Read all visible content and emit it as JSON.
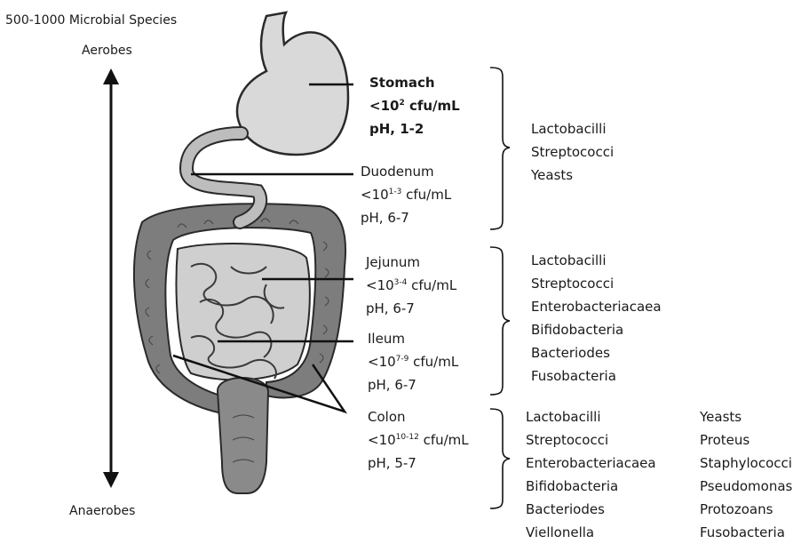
{
  "header": "500-1000 Microbial Species",
  "gradient": {
    "top": "Aerobes",
    "bottom": "Anaerobes"
  },
  "organs": [
    {
      "name": "Stomach",
      "count_prefix": "<10",
      "exp": "2",
      "count_unit": " cfu/mL",
      "ph": "pH, 1-2"
    },
    {
      "name": "Duodenum",
      "count_prefix": "<10",
      "exp": "1-3",
      "count_unit": " cfu/mL",
      "ph": "pH, 6-7"
    },
    {
      "name": "Jejunum",
      "count_prefix": "<10",
      "exp": "3-4",
      "count_unit": " cfu/mL",
      "ph": "pH, 6-7"
    },
    {
      "name": "Ileum",
      "count_prefix": "<10",
      "exp": "7-9",
      "count_unit": " cfu/mL",
      "ph": "pH, 6-7"
    },
    {
      "name": "Colon",
      "count_prefix": "<10",
      "exp": "10-12",
      "count_unit": " cfu/mL",
      "ph": "pH, 5-7"
    }
  ],
  "microbes": {
    "upper": [
      "Lactobacilli",
      "Streptococci",
      "Yeasts"
    ],
    "small_intestine": [
      "Lactobacilli",
      "Streptococci",
      "Enterobacteriacaea",
      "Bifidobacteria",
      "Bacteriodes",
      "Fusobacteria"
    ],
    "colon_col1": [
      "Lactobacilli",
      "Streptococci",
      "Enterobacteriacaea",
      "Bifidobacteria",
      "Bacteriodes",
      "Viellonella"
    ],
    "colon_col2": [
      "Yeasts",
      "Proteus",
      "Staphylococci",
      "Pseudomonas",
      "Protozoans",
      "Fusobacteria"
    ]
  }
}
